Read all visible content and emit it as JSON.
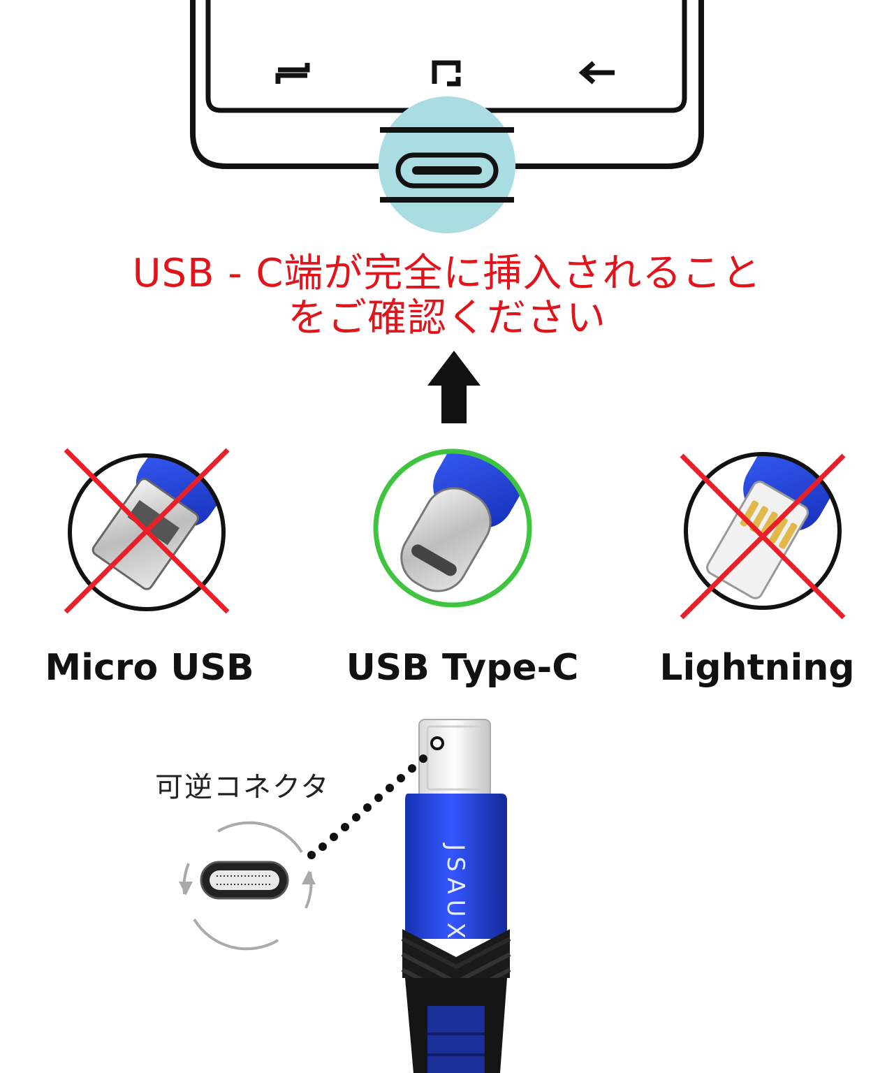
{
  "phone": {
    "nav_icons": [
      "recent-apps-icon",
      "home-icon",
      "back-icon"
    ]
  },
  "notice": {
    "line1": "USB - C端が完全に挿入されること",
    "line2": "をご確認ください",
    "color": "#e0141a"
  },
  "connectors": [
    {
      "label": "Micro USB",
      "compatible": false,
      "icon": "micro-usb-icon"
    },
    {
      "label": "USB Type-C",
      "compatible": true,
      "icon": "usb-c-icon"
    },
    {
      "label": "Lightning",
      "compatible": false,
      "icon": "lightning-icon"
    }
  ],
  "cable": {
    "brand": "JSAUX",
    "color": "#1f3fd1"
  },
  "reversible": {
    "label": "可逆コネクタ"
  },
  "colors": {
    "port_highlight": "#a9dde1",
    "ok_ring": "#3ec43e",
    "cross": "#e8202a"
  }
}
